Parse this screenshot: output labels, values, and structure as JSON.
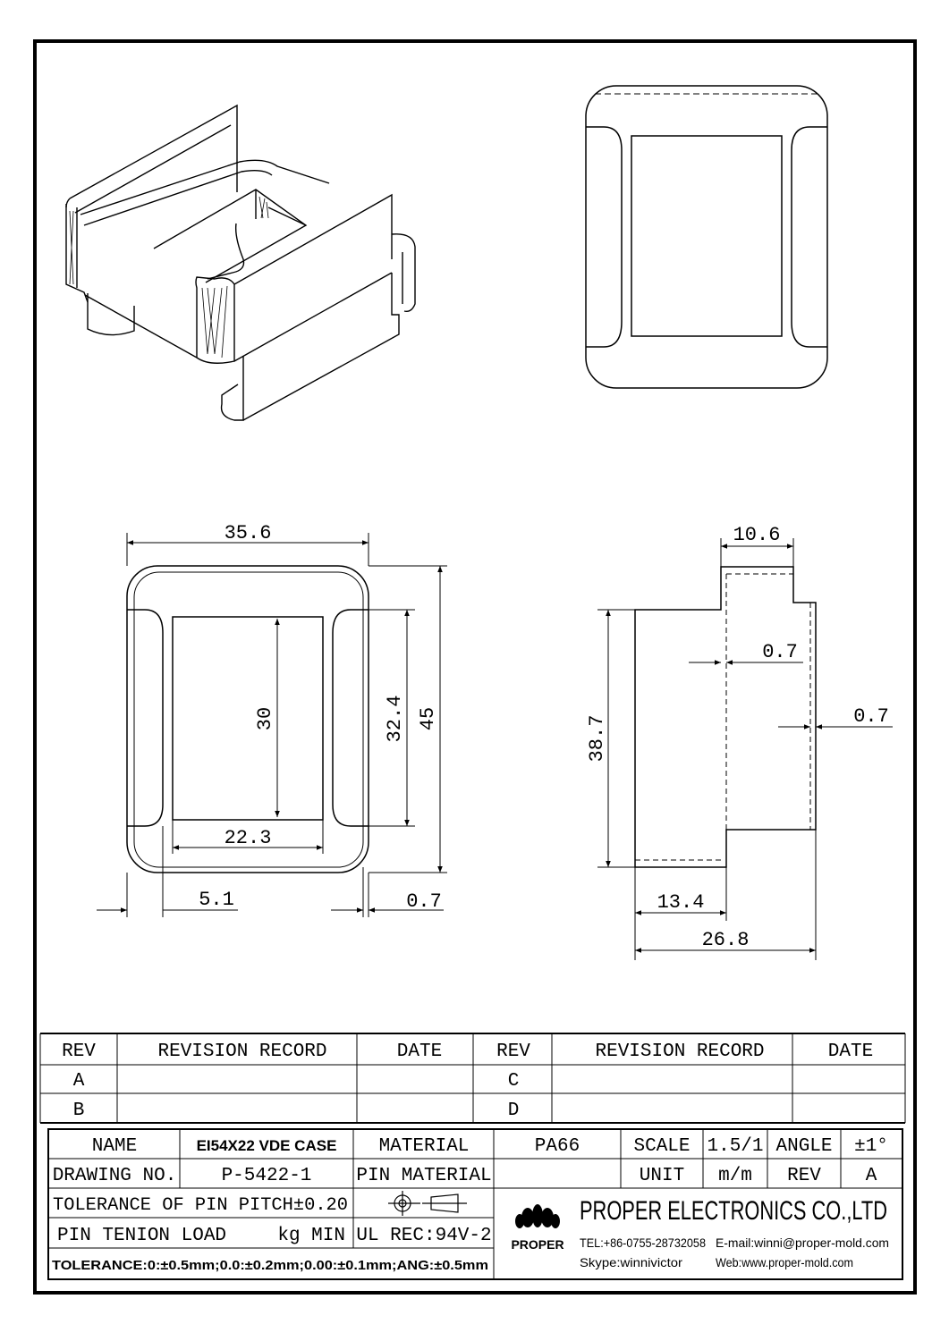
{
  "dimensions": {
    "top_width": "35.6",
    "right_width": "10.6",
    "inner_height": "30",
    "inner_height2": "32.4",
    "outer_height": "45",
    "wall_side": "0.7",
    "wall_right": "0.7",
    "side_height": "38.7",
    "inner_width": "22.3",
    "wall_width": "5.1",
    "wall_bottom": "0.7",
    "half_depth": "13.4",
    "depth": "26.8"
  },
  "revision_table": {
    "headers": [
      "REV",
      "REVISION RECORD",
      "DATE",
      "REV",
      "REVISION RECORD",
      "DATE"
    ],
    "rows": [
      {
        "rev_left": "A",
        "rev_right": "C"
      },
      {
        "rev_left": "B",
        "rev_right": "D"
      }
    ]
  },
  "title_block": {
    "name_label": "NAME",
    "name_value": "EI54X22 VDE CASE",
    "material_label": "MATERIAL",
    "material_value": "PA66",
    "scale_label": "SCALE",
    "scale_value": "1.5/1",
    "angle_label": "ANGLE",
    "angle_value": "±1°",
    "drawing_no_label": "DRAWING NO.",
    "drawing_no_value": "P-5422-1",
    "pin_material_label": "PIN MATERIAL",
    "unit_label": "UNIT",
    "unit_value": "m/m",
    "rev_label": "REV",
    "rev_value": "A",
    "tolerance_pin": "TOLERANCE OF PIN PITCH±0.20",
    "pin_load_label": "PIN TENION LOAD",
    "pin_load_unit": "kg MIN",
    "ul_rec": "UL REC:94V-2",
    "tolerance_general": "TOLERANCE:0:±0.5mm;0.0:±0.2mm;0.00:±0.1mm;ANG:±0.5mm"
  },
  "company": {
    "logo_text": "PROPER",
    "name": "PROPER ELECTRONICS CO.,LTD",
    "tel": "TEL:+86-0755-28732058",
    "email": "E-mail:winni@proper-mold.com",
    "skype": "Skype:winnivictor",
    "web": "Web:www.proper-mold.com"
  }
}
